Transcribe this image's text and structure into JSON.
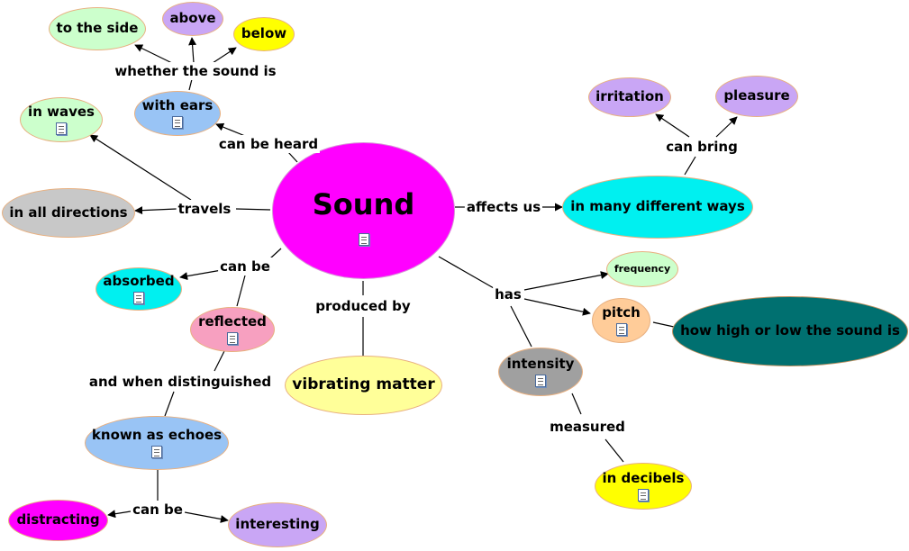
{
  "colors": {
    "magenta": "#ff00ff",
    "lavender": "#c9a6f5",
    "light_green": "#ccffcc",
    "yellow": "#ffff00",
    "light_blue": "#99c4f5",
    "gray": "#c8c8c8",
    "cyan": "#00f0f0",
    "pink": "#f7a0c0",
    "light_yellow": "#ffff99",
    "dark_gray": "#a0a0a0",
    "peach": "#ffcc99",
    "teal": "#007070"
  },
  "nodes": {
    "sound": "Sound",
    "to_the_side": "to the side",
    "above": "above",
    "below": "below",
    "with_ears": "with ears",
    "in_waves": "in waves",
    "in_all_directions": "in all directions",
    "absorbed": "absorbed",
    "reflected": "reflected",
    "vibrating_matter": "vibrating matter",
    "known_as_echoes": "known as echoes",
    "distracting": "distracting",
    "interesting": "interesting",
    "irritation": "irritation",
    "pleasure": "pleasure",
    "in_many_different_ways": "in many different ways",
    "frequency": "frequency",
    "pitch": "pitch",
    "how_high_or_low": "how high or low the sound is",
    "intensity": "intensity",
    "in_decibels": "in decibels"
  },
  "links": {
    "whether_the_sound_is": "whether the sound is",
    "can_be_heard": "can be heard",
    "travels": "travels",
    "can_be_1": "can be",
    "affects_us": "affects us",
    "can_bring": "can bring",
    "produced_by": "produced by",
    "has": "has",
    "and_when_distinguished": "and when distinguished",
    "measured": "measured",
    "can_be_2": "can be"
  }
}
